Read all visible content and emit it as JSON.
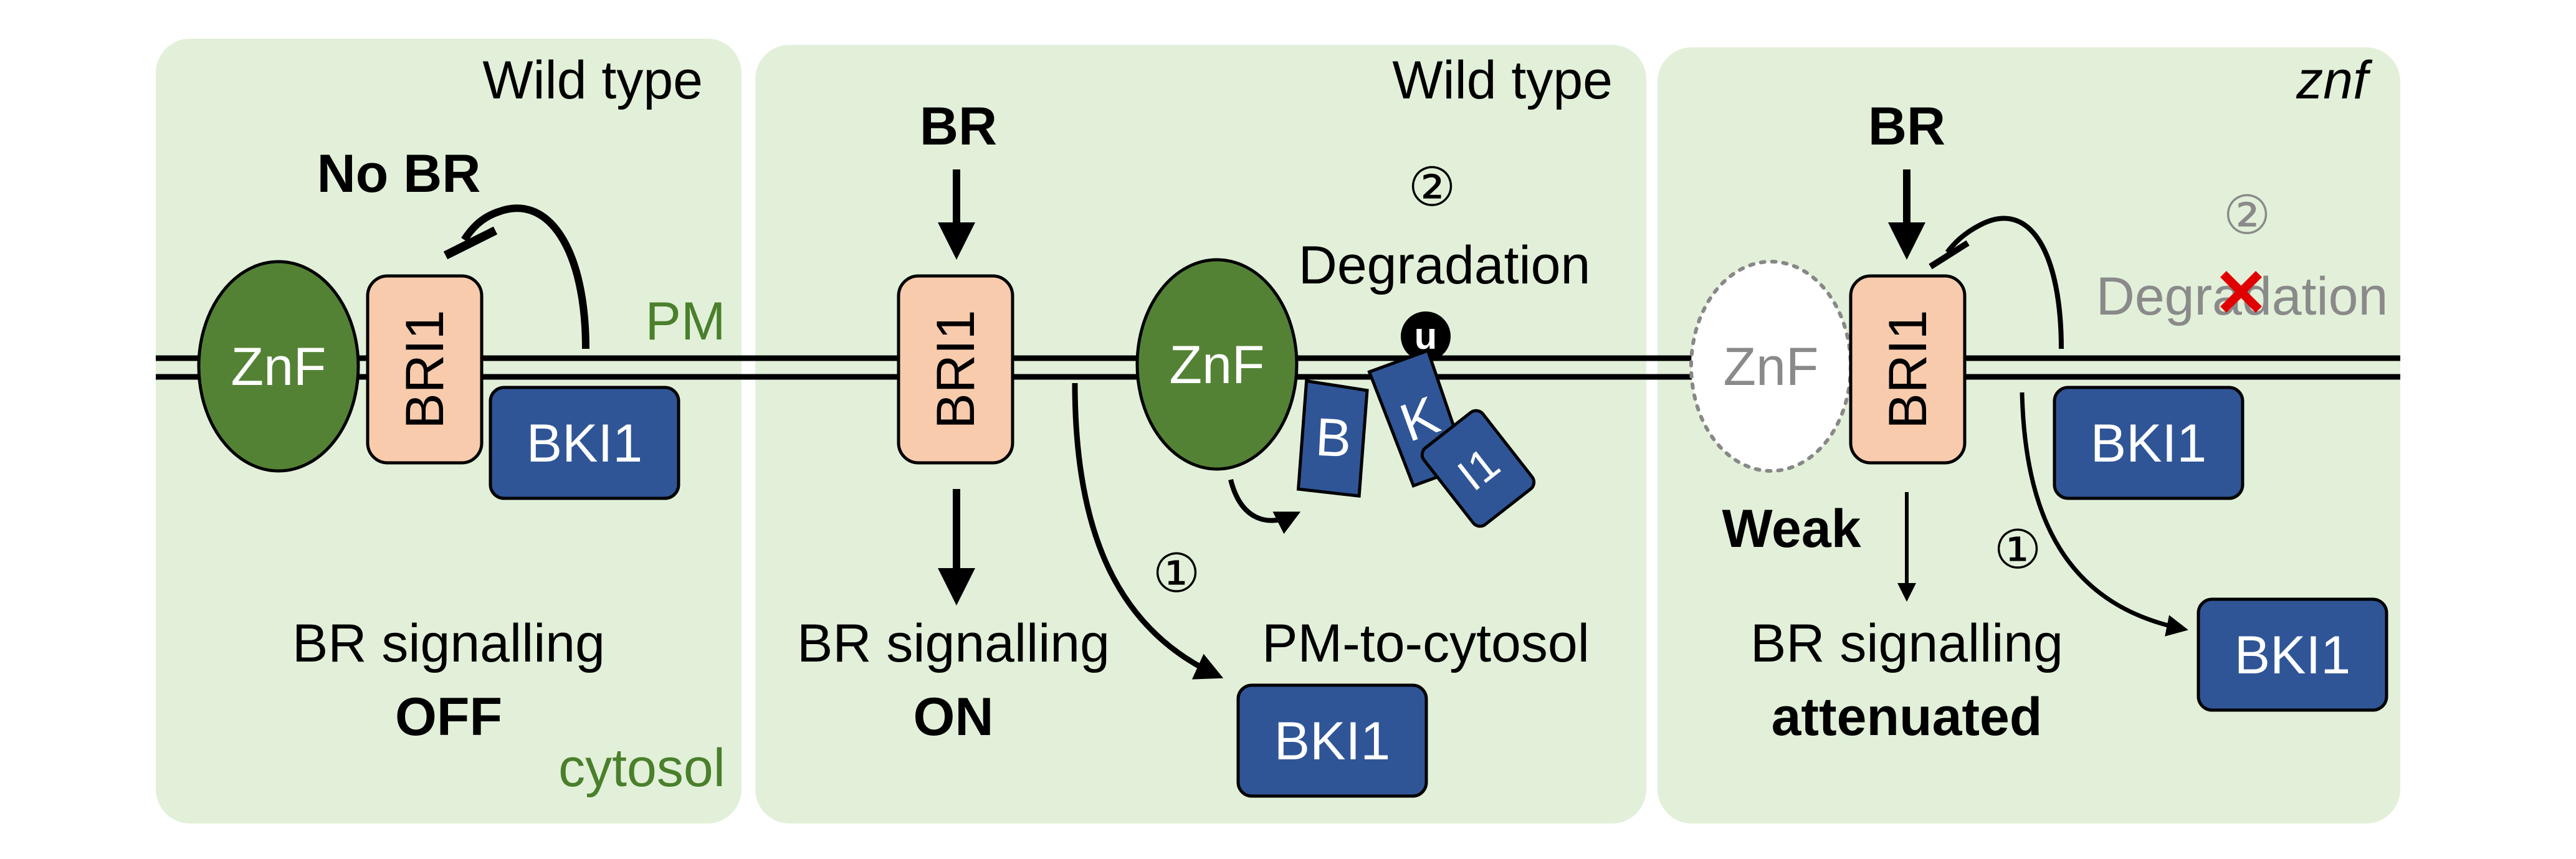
{
  "panels": [
    {
      "title": "Wild type",
      "stimulus": "No BR",
      "membrane_label": "PM",
      "cytosol_label": "cytosol",
      "outcome_line1": "BR signalling",
      "outcome_line2": "OFF",
      "proteins": {
        "znf": "ZnF",
        "bri1": "BRI1",
        "bki1": "BKI1"
      }
    },
    {
      "title": "Wild type",
      "stimulus": "BR",
      "step2_marker": "②",
      "step2_label": "Degradation",
      "ubiquitin": "u",
      "step1_marker": "①",
      "translocation_label": "PM-to-cytosol",
      "outcome_line1": "BR signalling",
      "outcome_line2": "ON",
      "proteins": {
        "znf": "ZnF",
        "bri1": "BRI1",
        "bki1": "BKI1",
        "frag_b": "B",
        "frag_k": "K",
        "frag_i1": "I1"
      }
    },
    {
      "title": "znf",
      "stimulus": "BR",
      "step2_marker": "②",
      "step2_label": "Degradation",
      "step1_marker": "①",
      "weak_label": "Weak",
      "outcome_line1": "BR signalling",
      "outcome_line2": "attenuated",
      "proteins": {
        "znf": "ZnF",
        "bri1": "BRI1",
        "bki1_pm": "BKI1",
        "bki1_cyto": "BKI1"
      }
    }
  ],
  "colors": {
    "panel_bg": "#e2f0d9",
    "znf": "#548235",
    "bri1": "#f8cbad",
    "bki1": "#2f5597",
    "membrane": "#000000",
    "label_green": "#4a7f2c",
    "cross": "#e00000"
  }
}
